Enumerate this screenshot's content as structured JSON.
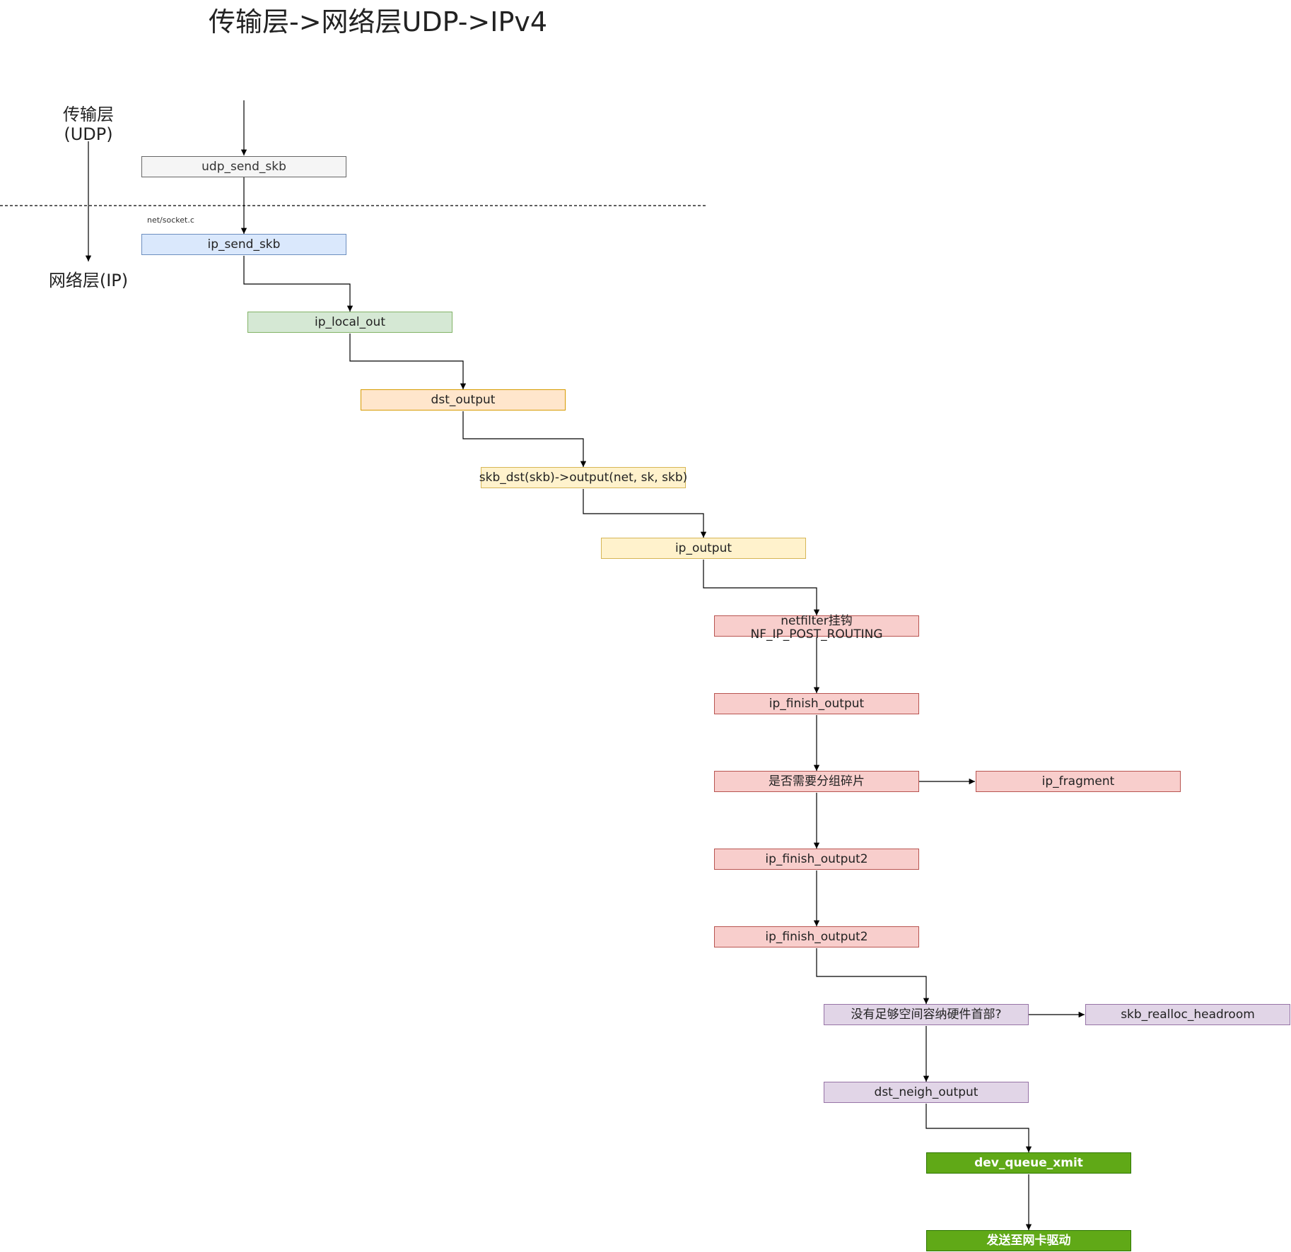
{
  "title": "传输层->网络层UDP->IPv4",
  "layers": {
    "transport": "传输层\n(UDP)",
    "network": "网络层(IP)"
  },
  "file_note": "net/socket.c",
  "nodes": {
    "udp_send_skb": "udp_send_skb",
    "ip_send_skb": "ip_send_skb",
    "ip_local_out": "ip_local_out",
    "dst_output": "dst_output",
    "skb_dst_output": "skb_dst(skb)->output(net, sk, skb)",
    "ip_output": "ip_output",
    "netfilter_hook": "netfilter挂钩\nNF_IP_POST_ROUTING",
    "ip_finish_output": "ip_finish_output",
    "need_fragment": "是否需要分组碎片",
    "ip_fragment": "ip_fragment",
    "ip_finish_output2_a": "ip_finish_output2",
    "ip_finish_output2_b": "ip_finish_output2",
    "no_headroom": "没有足够空间容纳硬件首部?",
    "skb_realloc_headroom": "skb_realloc_headroom",
    "dst_neigh_output": "dst_neigh_output",
    "dev_queue_xmit": "dev_queue_xmit",
    "send_to_nic": "发送至网卡驱动"
  },
  "colors": {
    "gray": "#f5f5f5",
    "blue": "#dae8fc",
    "green": "#d5e8d4",
    "orange": "#ffe6cc",
    "yellow": "#fff2cc",
    "red": "#f8cecc",
    "purple": "#e1d5e7",
    "dark_green": "#60a917"
  }
}
